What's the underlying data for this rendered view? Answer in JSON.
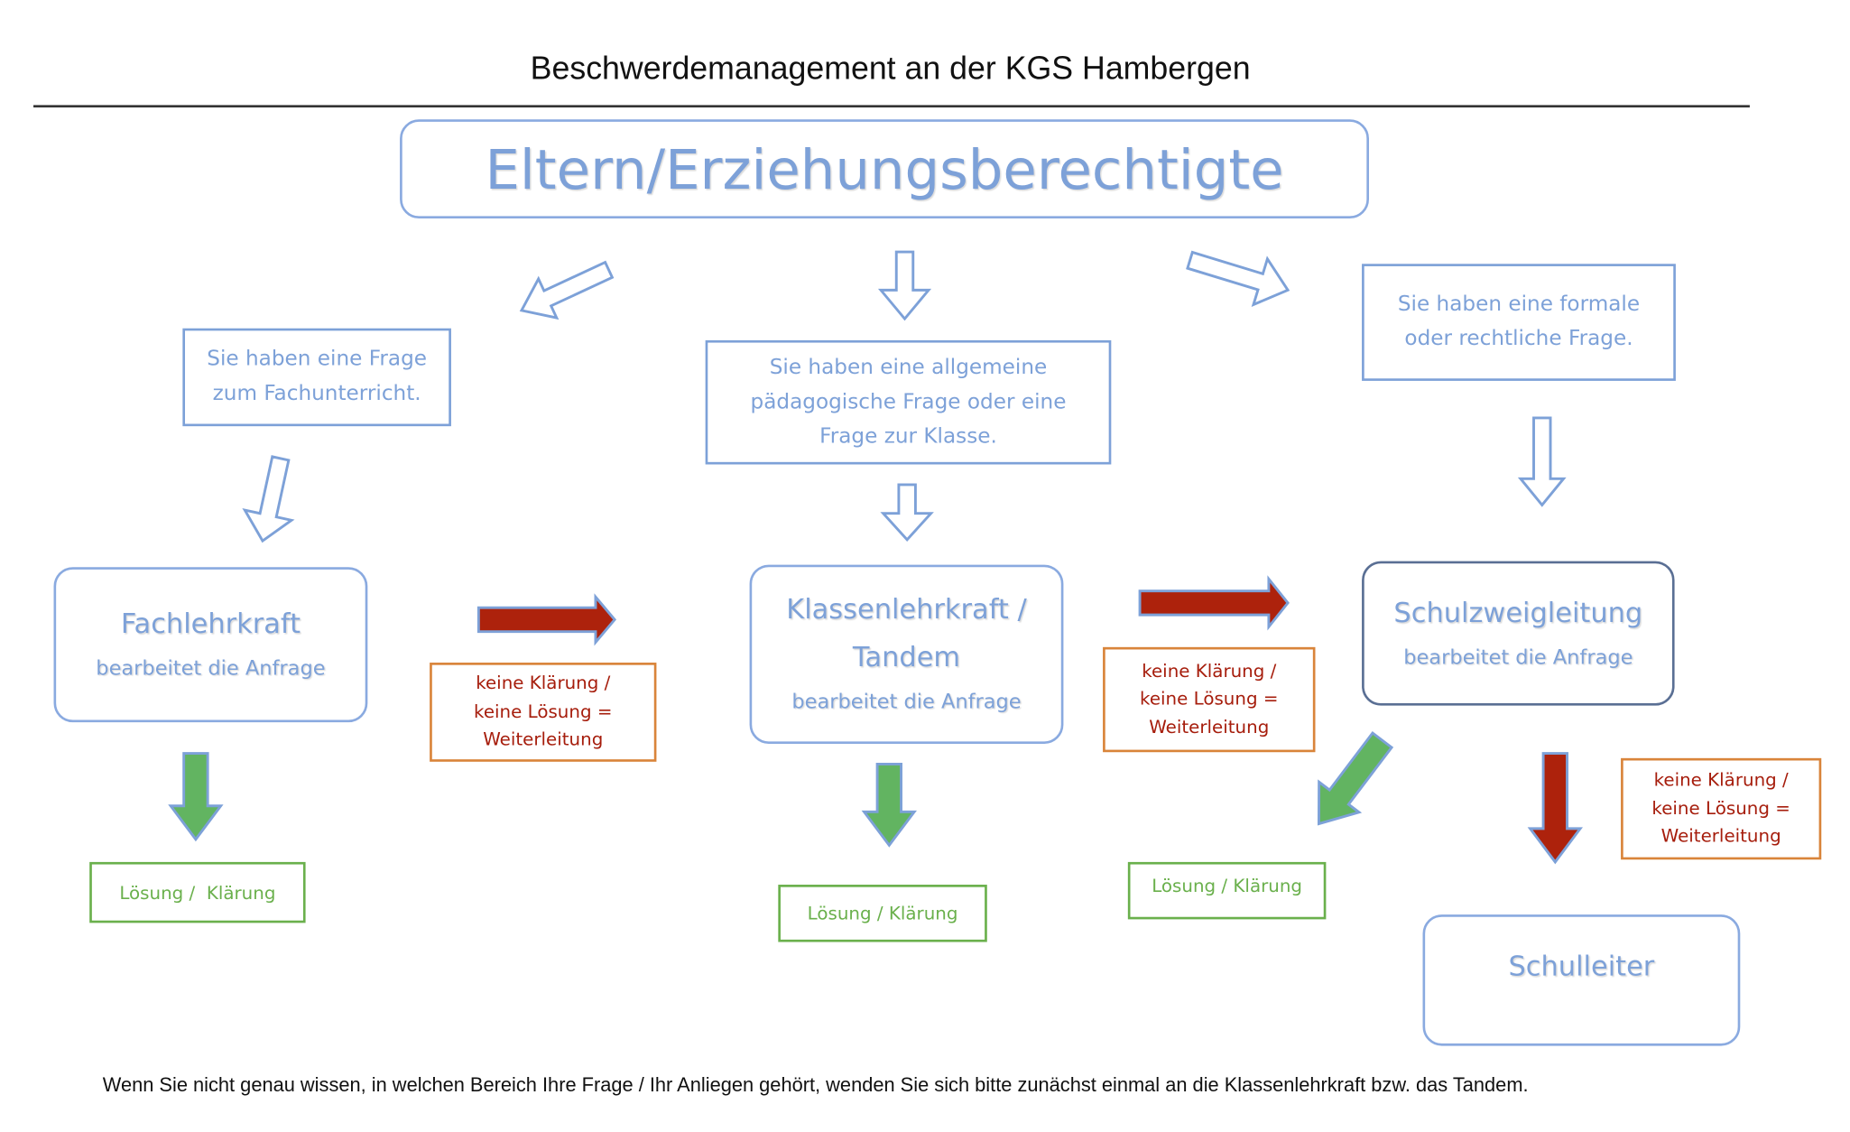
{
  "title": "Beschwerdemanagement an der KGS Hambergen",
  "root": "Eltern/Erziehungsberechtigte",
  "questions": {
    "subject": "Sie haben eine Frage zum Fachunterricht.",
    "general": "Sie haben eine allgemeine pädagogische Frage oder eine Frage zur Klasse.",
    "formal": "Sie haben eine formale oder rechtliche Frage."
  },
  "handlers": {
    "fachlehrkraft": {
      "title": "Fachlehrkraft",
      "sub": "bearbeitet die Anfrage"
    },
    "klassenlehrkraft": {
      "title": "Klassenlehrkraft / Tandem",
      "sub": "bearbeitet die Anfrage"
    },
    "schulzweigleitung": {
      "title": "Schulzweigleitung",
      "sub": "bearbeitet die Anfrage"
    },
    "schulleiter": {
      "title": "Schulleiter"
    }
  },
  "escalation": [
    "keine Klärung / keine Lösung = Weiterleitung",
    "keine Klärung / keine Lösung = Weiterleitung",
    "keine Klärung / keine Lösung = Weiterleitung"
  ],
  "solutions": [
    "Lösung /  Klärung",
    "Lösung / Klärung",
    "Lösung / Klärung"
  ],
  "footer": "Wenn Sie nicht genau wissen, in welchen Bereich Ihre Frage / Ihr Anliegen gehört, wenden Sie sich bitte zunächst einmal an die Klassenlehrkraft bzw. das Tandem.",
  "colors": {
    "blue": "#7da1d8",
    "red": "#ad220c",
    "green": "#62b461",
    "orange": "#d9843a"
  }
}
